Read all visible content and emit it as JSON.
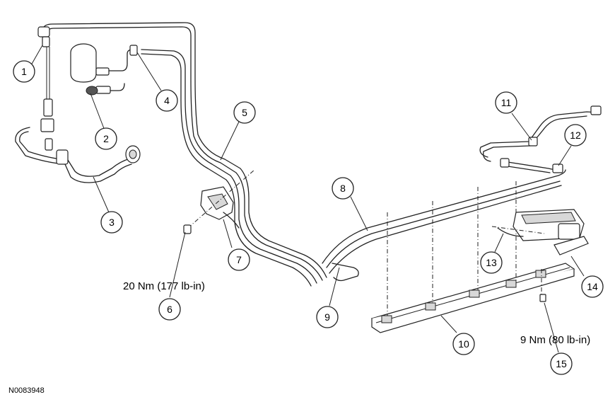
{
  "callouts": [
    {
      "id": "callout-1",
      "label": "1"
    },
    {
      "id": "callout-2",
      "label": "2"
    },
    {
      "id": "callout-3",
      "label": "3"
    },
    {
      "id": "callout-4",
      "label": "4"
    },
    {
      "id": "callout-5",
      "label": "5"
    },
    {
      "id": "callout-6",
      "label": "6"
    },
    {
      "id": "callout-7",
      "label": "7"
    },
    {
      "id": "callout-8",
      "label": "8"
    },
    {
      "id": "callout-9",
      "label": "9"
    },
    {
      "id": "callout-10",
      "label": "10"
    },
    {
      "id": "callout-11",
      "label": "11"
    },
    {
      "id": "callout-12",
      "label": "12"
    },
    {
      "id": "callout-13",
      "label": "13"
    },
    {
      "id": "callout-14",
      "label": "14"
    },
    {
      "id": "callout-15",
      "label": "15"
    }
  ],
  "torque_specs": {
    "item6": "20 Nm (177 lb-in)",
    "item15": "9 Nm (80 lb-in)"
  },
  "figure_id": "N0083948"
}
